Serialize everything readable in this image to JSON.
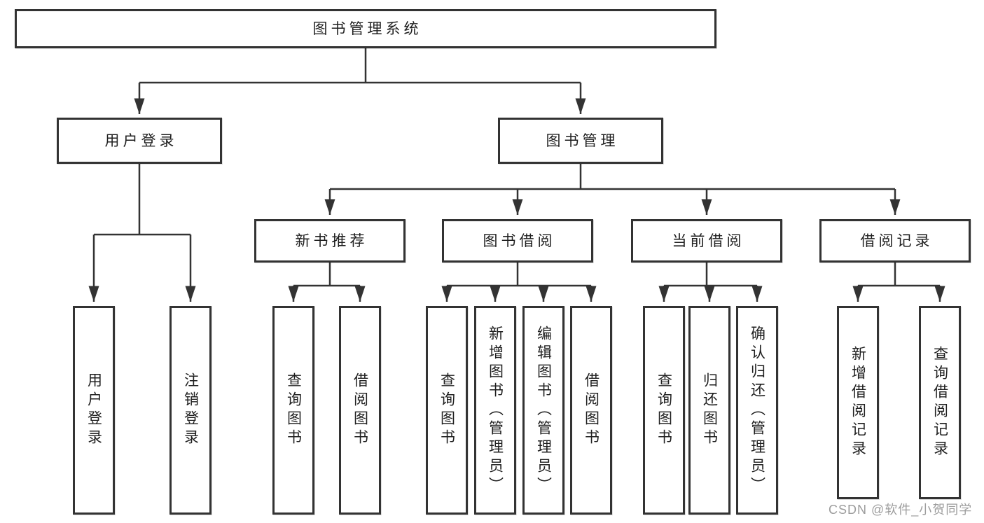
{
  "diagram_type": "hierarchy-tree",
  "colors": {
    "background": "#ffffff",
    "line": "#333333",
    "box_border": "#333333",
    "box_fill": "#ffffff",
    "text": "#1f1f1f",
    "watermark": "#9c9c9c"
  },
  "tree": {
    "label": "图书管理系统",
    "children": [
      {
        "label": "用户登录",
        "children": [
          {
            "label": "用户登录"
          },
          {
            "label": "注销登录"
          }
        ]
      },
      {
        "label": "图书管理",
        "children": [
          {
            "label": "新书推荐",
            "children": [
              {
                "label": "查询图书"
              },
              {
                "label": "借阅图书"
              }
            ]
          },
          {
            "label": "图书借阅",
            "children": [
              {
                "label": "查询图书"
              },
              {
                "label": "新增图书（管理员）"
              },
              {
                "label": "编辑图书（管理员）"
              },
              {
                "label": "借阅图书"
              }
            ]
          },
          {
            "label": "当前借阅",
            "children": [
              {
                "label": "查询图书"
              },
              {
                "label": "归还图书"
              },
              {
                "label": "确认归还（管理员）"
              }
            ]
          },
          {
            "label": "借阅记录",
            "children": [
              {
                "label": "新增借阅记录"
              },
              {
                "label": "查询借阅记录"
              }
            ]
          }
        ]
      }
    ]
  },
  "watermark": {
    "text": "CSDN @软件_小贺同学"
  }
}
